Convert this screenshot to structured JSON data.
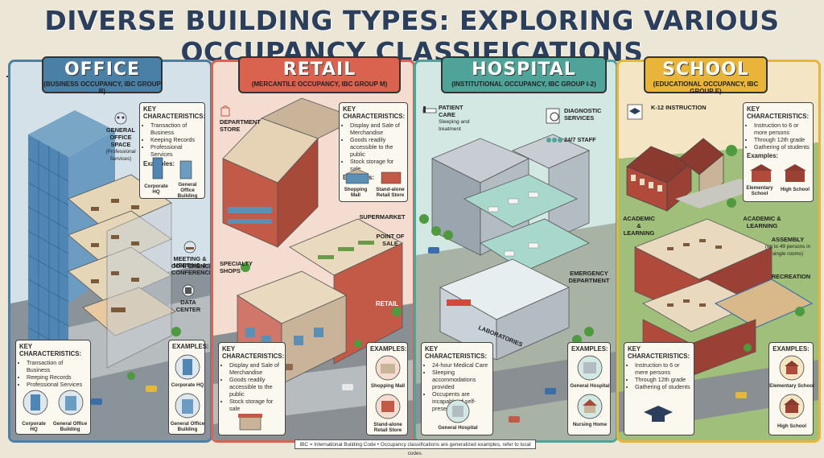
{
  "title": "DIVERSE BUILDING TYPES: EXPLORING VARIOUS OCCUPANCY CLASSIFICATIONS",
  "colors": {
    "office": "#4a7fa6",
    "retail": "#d9634f",
    "hospital": "#4fa399",
    "school": "#e8b43a"
  },
  "office": {
    "name": "OFFICE",
    "subtitle": "(BUSINESS OCCUPANCY, IBC GROUP B)",
    "top_box": {
      "heading": "KEY CHARACTERISTICS:",
      "items": [
        "Transaction of Business",
        "Keeping Records",
        "Professional Services"
      ],
      "examples_label": "Examples:",
      "examples": [
        "Corporate HQ",
        "General Office Building"
      ]
    },
    "labels": {
      "general": "GENERAL OFFICE SPACE",
      "general_sub": "(Professional Services)",
      "meeting1": "MEETING & CONFERENCE",
      "meeting2": "MEETING & CONFERENCE",
      "datacenter": "DATA CENTER"
    },
    "bottom_box": {
      "heading": "KEY CHARACTERISTICS:",
      "items": [
        "Transaction of Business",
        "Reeping Records",
        "Professional Services"
      ],
      "ex1": "Corporate HQ",
      "ex2": "General Office Building"
    },
    "examples_box": {
      "heading": "EXAMPLES:",
      "ex1": "Corporate HQ",
      "ex2": "General Office Building"
    }
  },
  "retail": {
    "name": "RETAIL",
    "subtitle": "(MERCANTILE OCCUPANCY, IBC GROUP M)",
    "top_box": {
      "heading": "KEY CHARACTERISTICS:",
      "items": [
        "Display and Sale of Merchandise",
        "Goods readily accessible to the public",
        "Stock storage for sale"
      ],
      "examples_label": "Examples:",
      "examples": [
        "Shopping Mall",
        "Stand-alone Retail Store"
      ]
    },
    "labels": {
      "dept": "DEPARTMENT STORE",
      "supermarket": "SUPERMARKET",
      "pos": "POINT OF SALE",
      "specialty": "SPECIALTY SHOPS",
      "sign": "RETAIL"
    },
    "bottom_box": {
      "heading": "KEY CHARACTERISTICS:",
      "items": [
        "Display and Sale of Merchandise",
        "Goods readily accessible to the public",
        "Stock storage for sale"
      ]
    },
    "examples_box": {
      "heading": "EXAMPLES:",
      "ex1": "Shopping Mall",
      "ex2": "Stand-alone Retail Store"
    }
  },
  "hospital": {
    "name": "HOSPITAL",
    "subtitle": "(INSTITUTIONAL OCCUPANCY, IBC GROUP I-2)",
    "labels": {
      "patient": "PATIENT CARE",
      "patient_sub": "Sleeping and treatment",
      "diagnostic": "DIAGNOSTIC SERVICES",
      "staff": "24/7 STAFF",
      "emergency": "EMERGENCY DEPARTMENT",
      "labs": "LABORATORIES"
    },
    "bottom_box": {
      "heading": "KEY CHARACTERISTICS:",
      "items": [
        "24-hour Medical Care",
        "Sleeping accommodations provided",
        "Occupents are incapable of self-preservation"
      ],
      "ex1": "General Hospital"
    },
    "examples_box": {
      "heading": "EXAMPLES:",
      "ex1": "General Hospital",
      "ex2": "Nursing Home"
    }
  },
  "school": {
    "name": "SCHOOL",
    "subtitle": "(EDUCATIONAL OCCUPANCY, IBC GROUP E)",
    "top_box": {
      "heading": "KEY CHARACTERISTICS:",
      "items": [
        "Instruction to 6 or more persons",
        "Through 12th grade",
        "Gathering of students"
      ],
      "examples_label": "Examples:",
      "examples": [
        "Elementary School",
        "High School"
      ]
    },
    "labels": {
      "k12": "K-12 INSTRUCTION",
      "academic1": "ACADEMIC & LEARNING",
      "academic2": "ACADEMIC & LEARNING",
      "assembly": "ASSEMBLY",
      "assembly_sub": "(up to 49 persons in single rooms)",
      "recreation": "RECREATION"
    },
    "bottom_box": {
      "heading": "KEY CHARACTERISTICS:",
      "items": [
        "Instruction to 6 or mere persons",
        "Through 12th grade",
        "Gathering of students"
      ]
    },
    "examples_box": {
      "heading": "EXAMPLES:",
      "ex1": "Elementary School",
      "ex2": "High School"
    }
  },
  "footer": "IBC = International Building Code  •  Occupancy classifications are generalized examples, refer to local codes."
}
